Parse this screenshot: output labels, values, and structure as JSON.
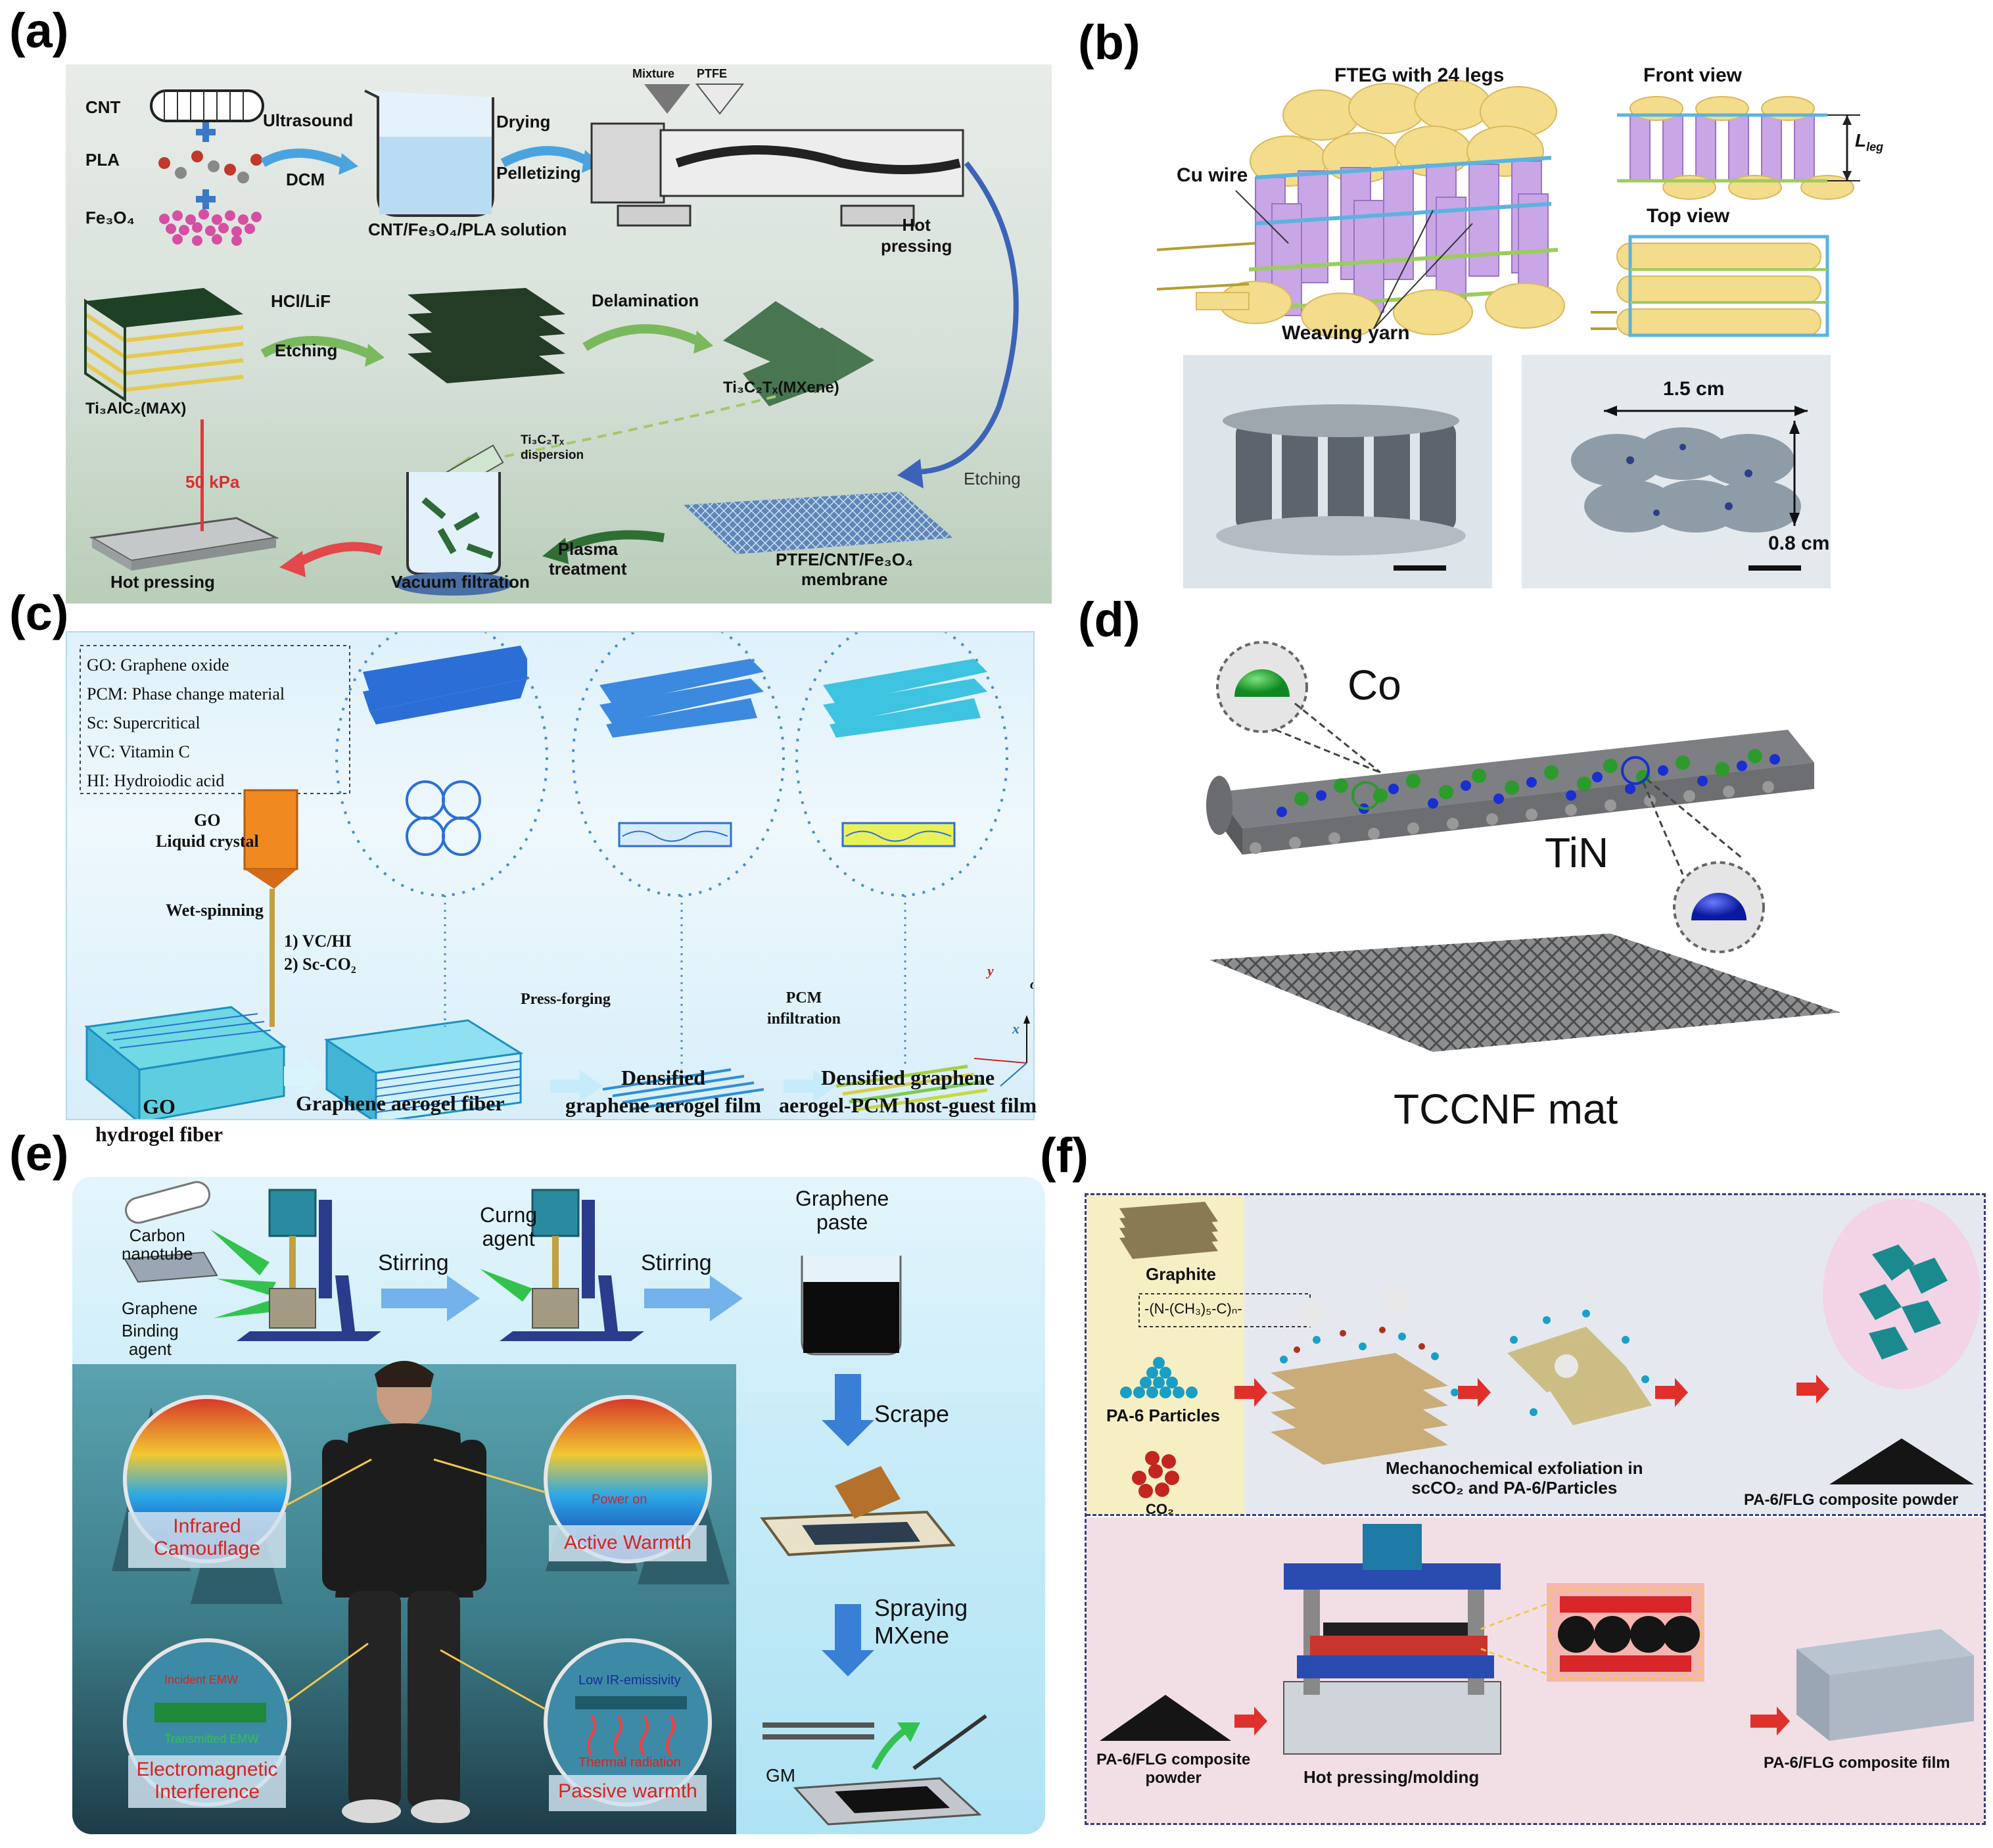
{
  "labels": {
    "a": "(a)",
    "b": "(b)",
    "c": "(c)",
    "d": "(d)",
    "e": "(e)",
    "f": "(f)"
  },
  "panel_a": {
    "cnt": "CNT",
    "pla": "PLA",
    "fe3o4": "Fe₃O₄",
    "ultrasound": "Ultrasound",
    "dcm": "DCM",
    "solution": "CNT/Fe₃O₄/PLA solution",
    "drying": "Drying",
    "pelletizing": "Pelletizing",
    "mixture": "Mixture",
    "ptfe": "PTFE",
    "hot_pressing_top": "Hot\npressing",
    "hcl_lif": "HCl/LiF",
    "etching1": "Etching",
    "delamination": "Delamination",
    "max": "Ti₃AlC₂(MAX)",
    "mxene": "Ti₃C₂Tₓ(MXene)",
    "dispersion": "Ti₃C₂Tₓ\ndispersion",
    "pressure": "50 kPa",
    "etching2": "Etching",
    "hot_pressing": "Hot pressing",
    "vacuum": "Vacuum filtration",
    "plasma": "Plasma\ntreatment",
    "membrane": "PTFE/CNT/Fe₃O₄\nmembrane"
  },
  "panel_b": {
    "title": "FTEG with 24 legs",
    "front": "Front view",
    "top": "Top view",
    "cu_wire": "Cu wire",
    "weaving": "Weaving yarn",
    "leg": "L",
    "leg_sub": "leg",
    "width": "1.5 cm",
    "height": "0.8 cm"
  },
  "panel_c": {
    "legend": [
      "GO: Graphene oxide",
      "PCM: Phase change material",
      "Sc: Supercritical",
      "VC: Vitamin C",
      "HI: Hydroiodic acid"
    ],
    "go_lc": "GO\nLiquid crystal",
    "wet": "Wet-spinning",
    "step1": "1) VC/HI",
    "step2": "2) Sc-CO₂",
    "press": "Press-forging",
    "pcm": "PCM\ninfiltration",
    "fiber": "GO\nhydrogel fiber",
    "aerogel": "Graphene aerogel fiber",
    "dense": "Densified\ngraphene aerogel film",
    "host": "Densified graphene\naerogel-PCM host-guest film",
    "ax_z": "z",
    "ax_y": "y",
    "ax_x": "x",
    "ax_o": "o"
  },
  "panel_d": {
    "co": "Co",
    "tin": "TiN",
    "mat": "TCCNF mat"
  },
  "panel_e": {
    "cnt": "Carbon\nnanotube",
    "graphene": "Graphene",
    "binder": "Binding\nagent",
    "stir1": "Stirring",
    "curing": "Curng\nagent",
    "stir2": "Stirring",
    "paste": "Graphene\npaste",
    "scrape": "Scrape",
    "spray": "Spraying\nMXene",
    "gm": "GM",
    "ir": "Infrared\nCamouflage",
    "warm": "Active Warmth",
    "power": "Power on",
    "emi": "Electromagnetic\nInterference",
    "incident": "Incident EMW",
    "transmit": "Transmitted EMW",
    "passive": "Passive warmth",
    "low_ir": "Low IR-emissivity",
    "thermal": "Thermal radiation"
  },
  "panel_f": {
    "graphite": "Graphite",
    "formula": "-(N-(CH₃)₅-C)ₙ-",
    "pa6": "PA-6 Particles",
    "co2": "CO₂",
    "mech": "Mechanochemical exfoliation in\nscCO₂ and PA-6/Particles",
    "powder1": "PA-6/FLG composite powder",
    "powder2": "PA-6/FLG composite\npowder",
    "hot": "Hot pressing/molding",
    "film": "PA-6/FLG composite film"
  },
  "colors": {
    "purple": "#c9a6e6",
    "yellow": "#f3dc8c",
    "blue_frame": "#4d77b8",
    "cyan_bg": "#bfe3f5",
    "pink_bg": "#f2dfe6",
    "red_arrow": "#e0302b"
  }
}
